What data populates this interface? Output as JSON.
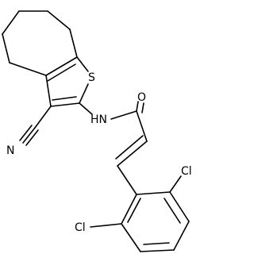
{
  "molecule": {
    "atoms": {
      "S": "S",
      "NH": "HN",
      "N": "N",
      "O": "O",
      "Cl1": "Cl",
      "Cl2": "Cl"
    },
    "colors": {
      "bond": "#000000",
      "label": "#000000",
      "background": "#ffffff"
    }
  }
}
